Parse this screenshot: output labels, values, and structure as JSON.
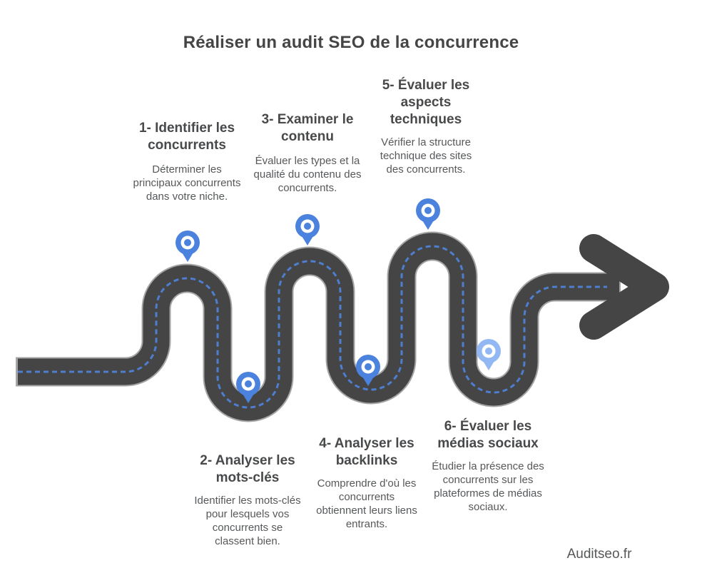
{
  "title": "Réaliser un audit SEO de la concurrence",
  "brand": "Auditseo.fr",
  "steps": [
    {
      "heading": "1- Identifier les concurrents",
      "description": "Déterminer les principaux concurrents dans votre niche."
    },
    {
      "heading": "2- Analyser les mots-clés",
      "description": "Identifier les mots-clés pour lesquels vos concurrents se classent bien."
    },
    {
      "heading": "3- Examiner le contenu",
      "description": "Évaluer les types et la qualité du contenu des concurrents."
    },
    {
      "heading": "4- Analyser les backlinks",
      "description": "Comprendre d'où les concurrents obtiennent leurs liens entrants."
    },
    {
      "heading": "5- Évaluer les aspects techniques",
      "description": "Vérifier la structure technique des sites des concurrents."
    },
    {
      "heading": "6- Évaluer les médias sociaux",
      "description": "Étudier la présence des concurrents sur les plateformes de médias sociaux."
    }
  ],
  "colors": {
    "road": "#454545",
    "road_outline": "#a5a5a5",
    "center_line": "#4e7ecf",
    "pin_blue": "#4a82dd",
    "pin_light_blue": "#92b8f4",
    "pin_inner": "#ffffff",
    "title_text": "#454545",
    "heading_text": "#48494b",
    "body_text": "#56585a"
  }
}
